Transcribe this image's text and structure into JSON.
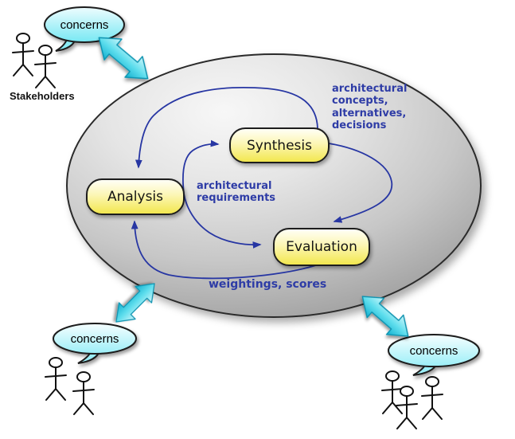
{
  "diagram": {
    "nodes": [
      {
        "id": "analysis",
        "label": "Analysis"
      },
      {
        "id": "synthesis",
        "label": "Synthesis"
      },
      {
        "id": "evaluation",
        "label": "Evaluation"
      }
    ],
    "flow_labels": {
      "concepts": "architectural\nconcepts,\nalternatives,\ndecisions",
      "requirements": "architectural\nrequirements",
      "weightings": "weightings, scores"
    },
    "edges": [
      {
        "from": "synthesis",
        "to": "analysis"
      },
      {
        "from": "analysis",
        "to": "synthesis"
      },
      {
        "from": "analysis",
        "to": "evaluation"
      },
      {
        "from": "synthesis",
        "to": "evaluation"
      },
      {
        "from": "evaluation",
        "to": "analysis"
      }
    ]
  },
  "stakeholders": {
    "caption": "Stakeholders",
    "groups": [
      {
        "position": "top-left",
        "bubble_text": "concerns",
        "member_count": 2
      },
      {
        "position": "bottom-left",
        "bubble_text": "concerns",
        "member_count": 2
      },
      {
        "position": "bottom-right",
        "bubble_text": "concerns",
        "member_count": 3
      }
    ]
  },
  "colors": {
    "flow_blue": "#2736a3",
    "label_blue": "#2e3ca6",
    "node_yellow": "#f2e74f",
    "accent_cyan": "#17b5d3",
    "bubble_cyan": "#7feaf4",
    "ellipse_gray": "#9a9a9a"
  }
}
